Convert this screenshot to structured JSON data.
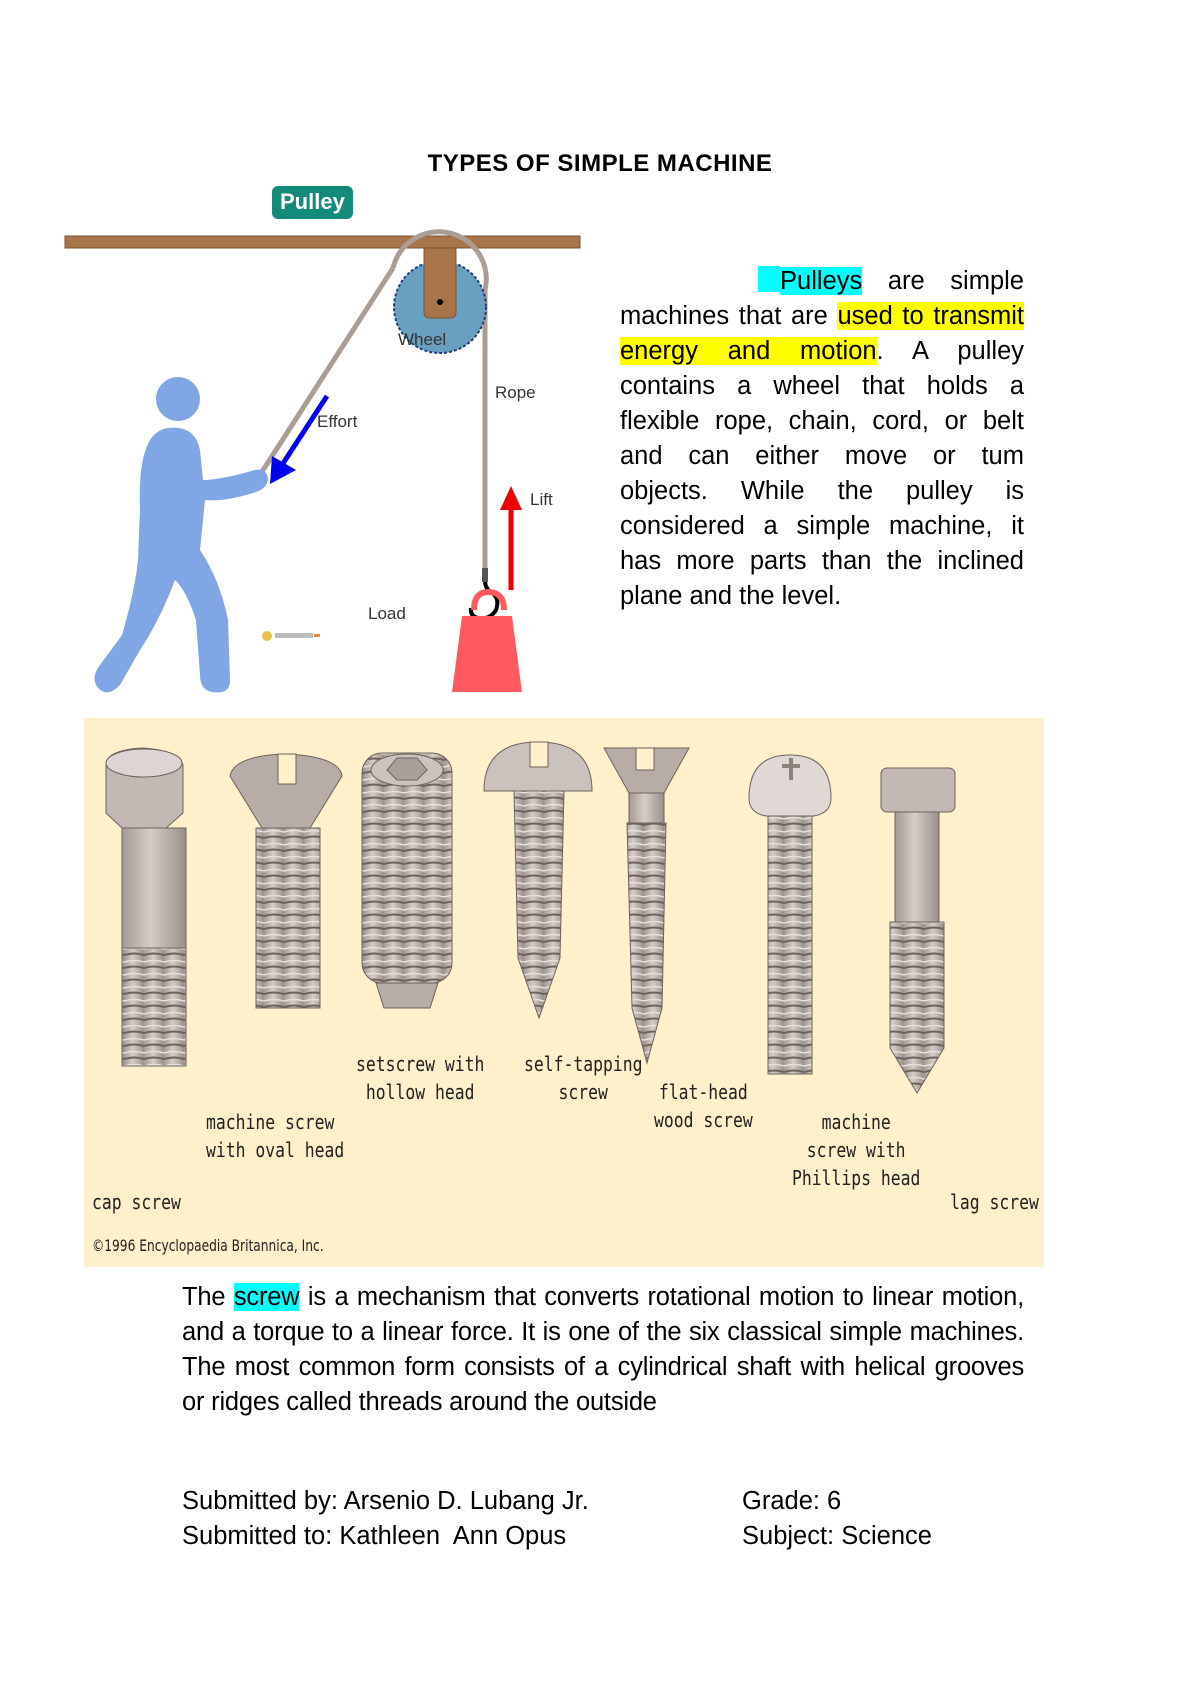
{
  "document": {
    "title": "TYPES OF SIMPLE MACHINE"
  },
  "pulley_figure": {
    "badge": "Pulley",
    "labels": {
      "wheel": "Wheel",
      "rope": "Rope",
      "effort": "Effort",
      "lift": "Lift",
      "load": "Load"
    },
    "colors": {
      "badge": "#138b7a",
      "beam": "#a8754a",
      "wheel": "#6aa0bf",
      "person": "#80a6e6",
      "effort_arrow": "#0000ee",
      "lift_arrow": "#ee0000",
      "load": "#ff5a5f",
      "rope": "#a99d94"
    }
  },
  "pulley_paragraph": {
    "highlight_term": "Pulleys",
    "text_1": " are simple machines that are ",
    "highlight_phrase": "used to transmit energy and motion",
    "text_2": ". A pulley contains a wheel that holds a flexible rope, chain, cord, or belt and can either move or tum objects. While the pulley is considered a simple machine, it has more parts than the inclined plane and the level."
  },
  "screw_figure": {
    "background": "#fdf0cb",
    "labels": {
      "cap_screw": "cap screw",
      "machine_oval": "machine screw\nwith oval head",
      "setscrew": "setscrew with\nhollow head",
      "self_tapping": "self-tapping\nscrew",
      "flat_head": "flat-head\nwood screw",
      "phillips": "machine\nscrew with\nPhillips head",
      "lag_screw": "lag screw"
    },
    "copyright": "©1996 Encyclopaedia Britannica, Inc."
  },
  "screw_paragraph": {
    "text_1": "The ",
    "highlight_term": "screw",
    "text_2": " is a mechanism that converts rotational motion to linear motion, and a torque to a linear force. It is one of the six classical simple machines. The most common form consists of a cylindrical shaft with helical grooves or ridges called threads around the outside"
  },
  "footer": {
    "submitted_by": "Submitted by: Arsenio D. Lubang Jr.",
    "grade": "Grade: 6",
    "submitted_to": "Submitted to: Kathleen  Ann Opus",
    "subject": "Subject: Science"
  }
}
